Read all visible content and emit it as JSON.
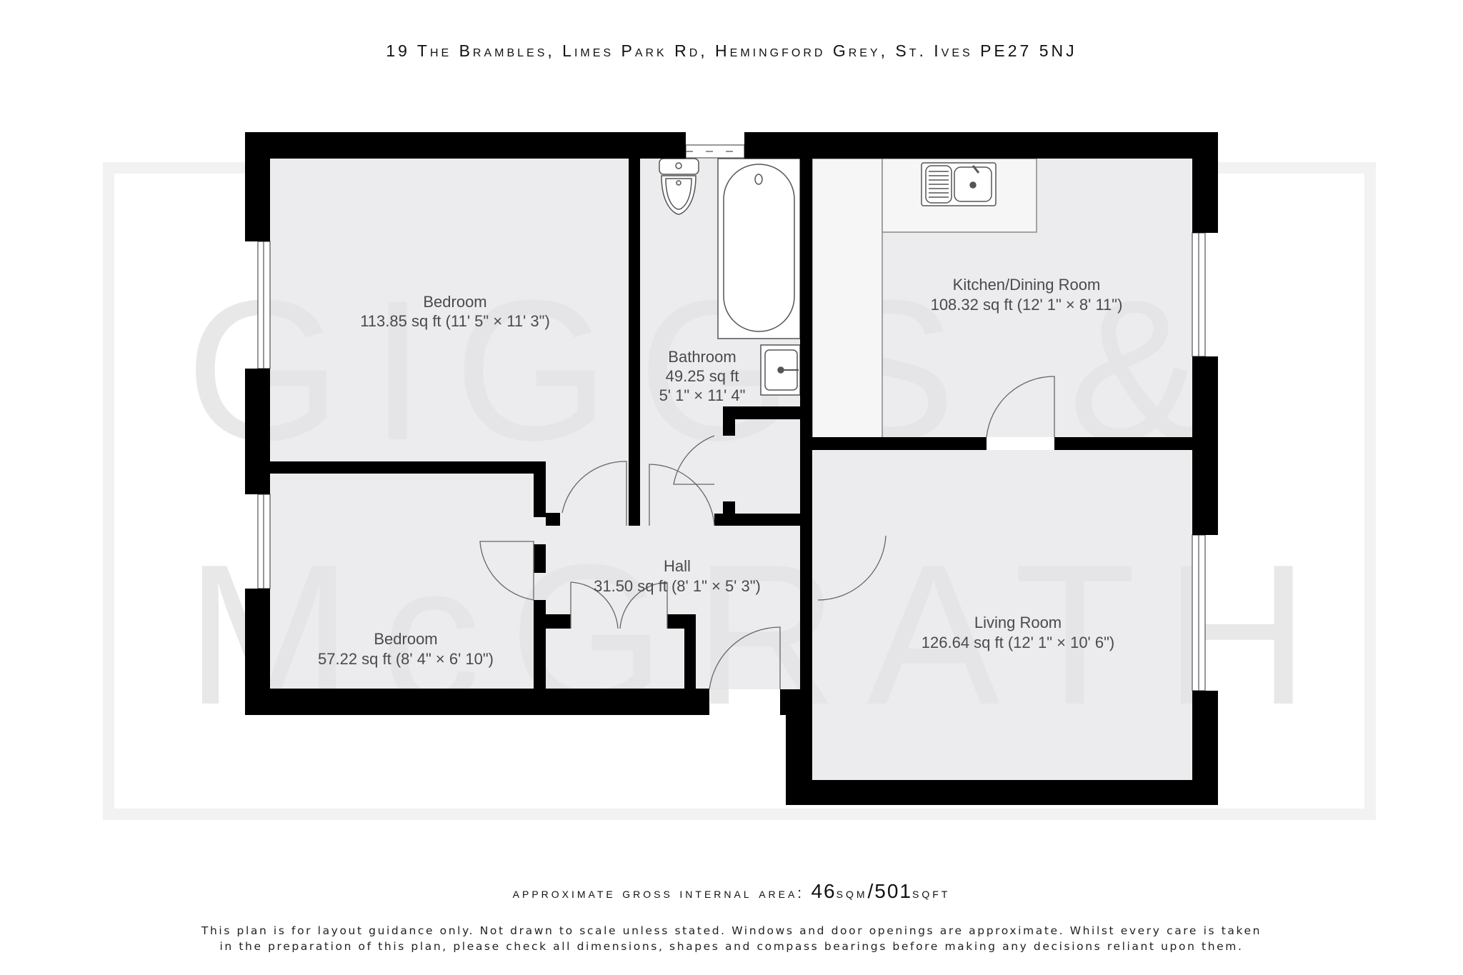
{
  "header": {
    "address": "19 The Brambles, Limes Park Rd, Hemingford Grey, St. Ives PE27 5NJ"
  },
  "watermark": {
    "line1": "GIGGS &",
    "line2": "McGRATH"
  },
  "rooms": [
    {
      "id": "bedroom-1",
      "name": "Bedroom",
      "area": "113.85 sq ft (11' 5\" × 11' 3\")"
    },
    {
      "id": "bathroom",
      "name": "Bathroom",
      "area": "49.25 sq ft",
      "dimensions": "5' 1\" × 11' 4\""
    },
    {
      "id": "kitchen-dining",
      "name": "Kitchen/Dining Room",
      "area": "108.32 sq ft (12' 1\" × 8' 11\")"
    },
    {
      "id": "hall",
      "name": "Hall",
      "area": "31.50 sq ft (8' 1\" × 5' 3\")"
    },
    {
      "id": "bedroom-2",
      "name": "Bedroom",
      "area": "57.22 sq ft (8' 4\" × 6' 10\")"
    },
    {
      "id": "living-room",
      "name": "Living Room",
      "area": "126.64 sq ft (12' 1\" × 10' 6\")"
    }
  ],
  "footer": {
    "area_label": "approximate gross internal area:",
    "area_sqm_value": "46",
    "area_sqm_unit": "sqm",
    "separator": "/",
    "area_sqft_value": "501",
    "area_sqft_unit": "sqft",
    "disclaimer_line1": "This plan is for layout guidance only. Not drawn to scale unless stated. Windows and door openings are approximate. Whilst every care is taken",
    "disclaimer_line2": "in the preparation of this plan, please check all dimensions, shapes and compass bearings before making any decisions reliant upon them."
  },
  "colors": {
    "wall": "#000000",
    "floor": "#ececee",
    "fixture_fill": "#ffffff",
    "watermark": "#e4e4e6",
    "label": "#4a4a4a"
  }
}
